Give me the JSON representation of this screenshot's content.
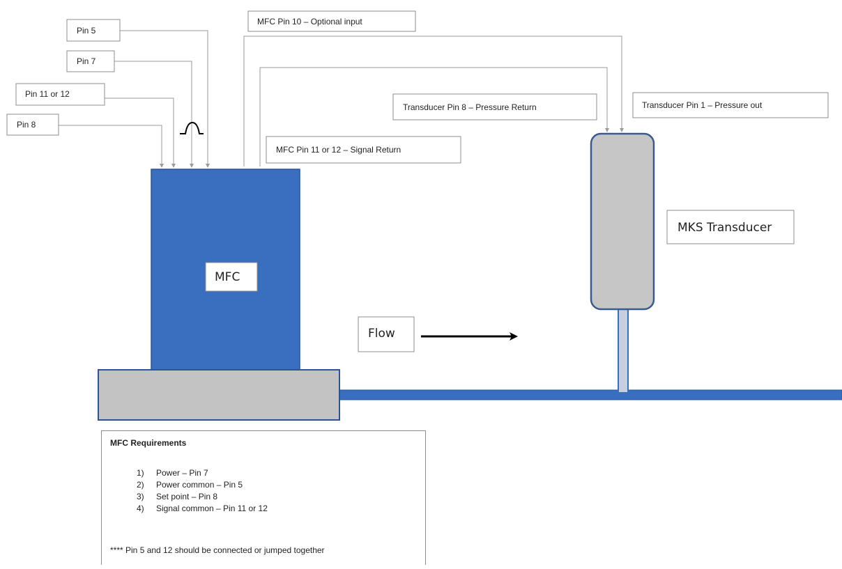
{
  "labels": {
    "pin5": "Pin 5",
    "pin7": "Pin 7",
    "pin11or12": "Pin 11 or 12",
    "pin8": "Pin 8",
    "mfc_pin10": "MFC Pin 10 – Optional input",
    "mfc_pin11or12": "MFC Pin 11 or 12 – Signal Return",
    "transducer_pin8": "Transducer Pin 8 – Pressure Return",
    "transducer_pin1": "Transducer Pin 1 – Pressure out",
    "mks_transducer": "MKS Transducer",
    "mfc": "MFC",
    "flow": "Flow"
  },
  "requirements": {
    "title": "MFC Requirements",
    "items": [
      {
        "num": "1)",
        "text": "Power – Pin 7"
      },
      {
        "num": "2)",
        "text": "Power common – Pin 5"
      },
      {
        "num": "3)",
        "text": "Set point – Pin 8"
      },
      {
        "num": "4)",
        "text": "Signal common – Pin 11 or 12"
      }
    ],
    "note": "**** Pin 5 and 12 should be connected or jumped together"
  },
  "colors": {
    "mfc_body": "#3a6fc0",
    "mfc_border": "#2c5496",
    "base": "#c3c3c3",
    "transducer": "#c6c6c6",
    "transducer_border": "#3a5a8c",
    "pipe": "#3a6fc0"
  }
}
